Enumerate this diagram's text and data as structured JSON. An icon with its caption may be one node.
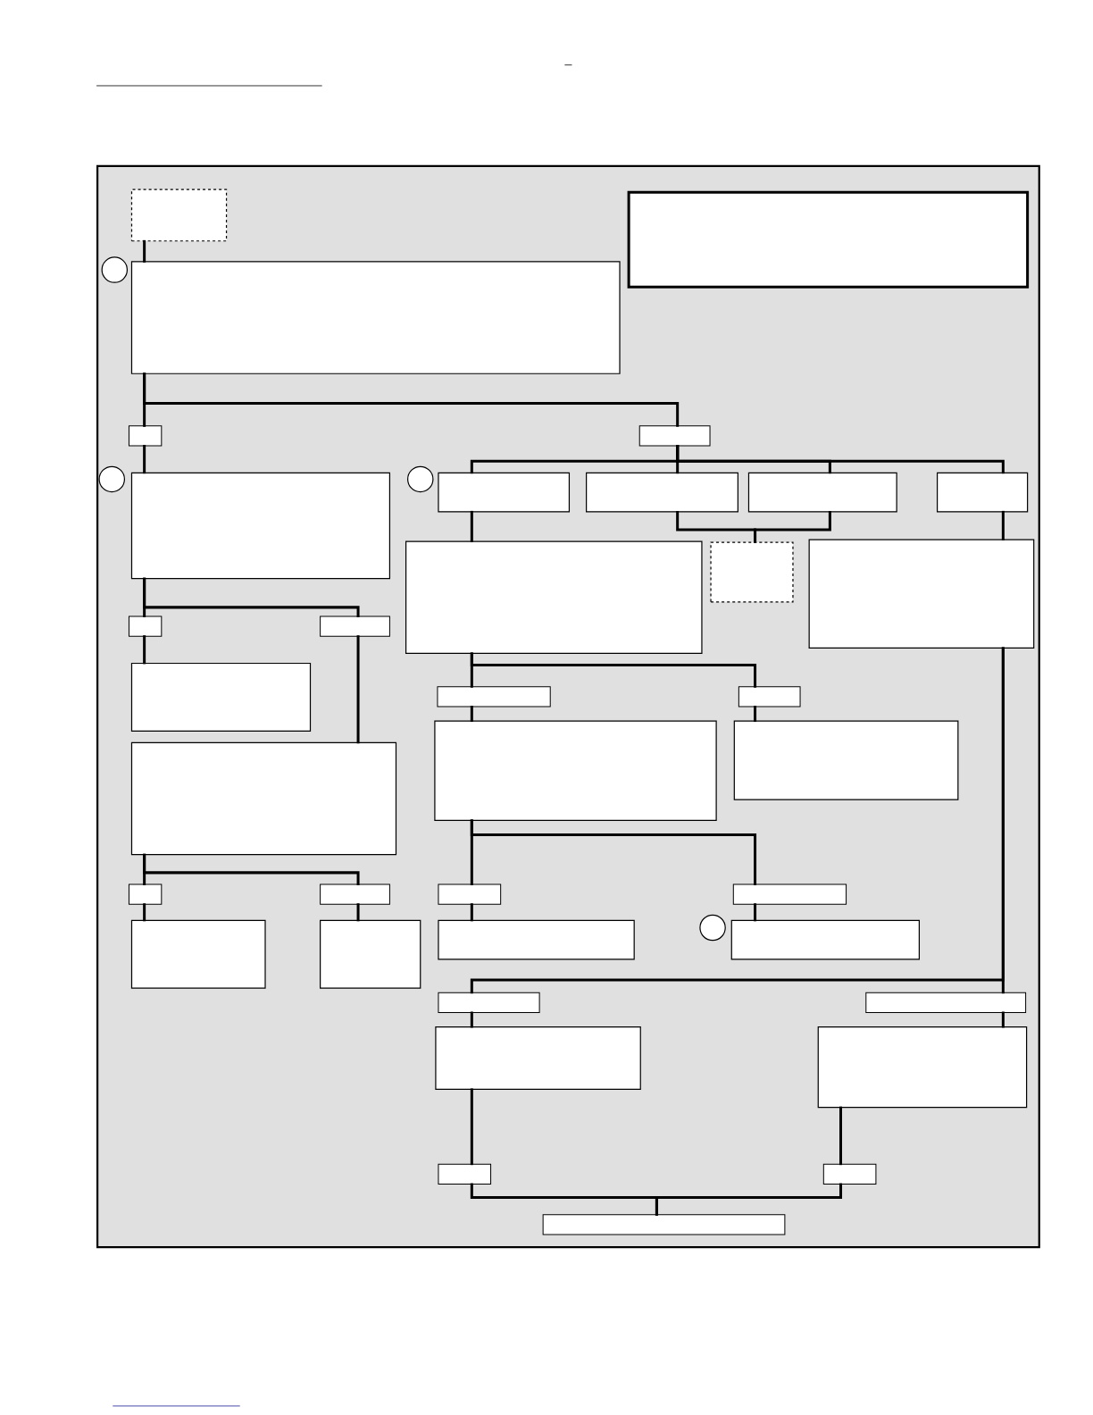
{
  "diagram": {
    "nodes": [
      {
        "text": [],
        "shape": "box"
      },
      {
        "text": [],
        "shape": "box"
      },
      {
        "text": [],
        "shape": "box"
      },
      {
        "text": [],
        "shape": "box"
      },
      {
        "text": [],
        "shape": "box"
      },
      {
        "text": [],
        "shape": "box"
      },
      {
        "text": [],
        "shape": "box"
      },
      {
        "text": [],
        "shape": "box"
      },
      {
        "text": [],
        "shape": "box"
      },
      {
        "text": [],
        "shape": "box"
      },
      {
        "text": [],
        "shape": "box"
      },
      {
        "text": [],
        "shape": "box"
      },
      {
        "text": [],
        "shape": "box"
      },
      {
        "text": [],
        "shape": "box"
      },
      {
        "text": [],
        "shape": "box"
      },
      {
        "text": [],
        "shape": "box"
      },
      {
        "text": [],
        "shape": "box"
      },
      {
        "text": [],
        "shape": "box"
      },
      {
        "text": [],
        "shape": "box"
      },
      {
        "text": [],
        "shape": "box"
      },
      {
        "text": [],
        "shape": "box"
      },
      {
        "text": [],
        "shape": "box"
      },
      {
        "text": [],
        "shape": "box"
      },
      {
        "text": [],
        "shape": "box"
      },
      {
        "text": [],
        "shape": "box"
      },
      {
        "text": [],
        "shape": "box"
      },
      {
        "text": [],
        "shape": "box"
      },
      {
        "text": [],
        "shape": "box"
      },
      {
        "text": [],
        "shape": "box"
      },
      {
        "text": [],
        "shape": "box"
      },
      {
        "text": [],
        "shape": "box"
      },
      {
        "text": [],
        "shape": "box"
      },
      {
        "text": [],
        "shape": "box"
      },
      {
        "text": [],
        "shape": "box"
      },
      {
        "text": [],
        "shape": "box"
      },
      {
        "text": [],
        "shape": "box"
      }
    ],
    "edges": [
      {
        "from": 0,
        "to": 1,
        "arrow": "none"
      },
      {
        "from": 1,
        "to": 3,
        "arrow": "none"
      },
      {
        "from": 1,
        "to": 4,
        "arrow": "none"
      },
      {
        "from": 3,
        "to": 5,
        "arrow": "none"
      },
      {
        "from": 4,
        "to": 6,
        "arrow": "none"
      },
      {
        "from": 4,
        "to": 7,
        "arrow": "none"
      },
      {
        "from": 4,
        "to": 8,
        "arrow": "none"
      },
      {
        "from": 4,
        "to": 9,
        "arrow": "none"
      },
      {
        "from": 6,
        "to": 10,
        "arrow": "none"
      },
      {
        "from": 7,
        "to": 11,
        "arrow": "none"
      },
      {
        "from": 8,
        "to": 11,
        "arrow": "none"
      },
      {
        "from": 9,
        "to": 12,
        "arrow": "none"
      },
      {
        "from": 5,
        "to": 13,
        "arrow": "none"
      },
      {
        "from": 5,
        "to": 14,
        "arrow": "none"
      },
      {
        "from": 13,
        "to": 15,
        "arrow": "none"
      },
      {
        "from": 14,
        "to": 16,
        "arrow": "none"
      },
      {
        "from": 10,
        "to": 17,
        "arrow": "none"
      },
      {
        "from": 10,
        "to": 18,
        "arrow": "none"
      },
      {
        "from": 17,
        "to": 19,
        "arrow": "none"
      },
      {
        "from": 18,
        "to": 20,
        "arrow": "none"
      },
      {
        "from": 16,
        "to": 21,
        "arrow": "none"
      },
      {
        "from": 16,
        "to": 22,
        "arrow": "none"
      },
      {
        "from": 21,
        "to": 25,
        "arrow": "none"
      },
      {
        "from": 22,
        "to": 26,
        "arrow": "none"
      },
      {
        "from": 19,
        "to": 23,
        "arrow": "none"
      },
      {
        "from": 19,
        "to": 24,
        "arrow": "none"
      },
      {
        "from": 23,
        "to": 27,
        "arrow": "none"
      },
      {
        "from": 24,
        "to": 28,
        "arrow": "none"
      },
      {
        "from": 12,
        "to": 29,
        "arrow": "none"
      },
      {
        "from": 12,
        "to": 30,
        "arrow": "none"
      },
      {
        "from": 29,
        "to": 31,
        "arrow": "none"
      },
      {
        "from": 30,
        "to": 32,
        "arrow": "none"
      },
      {
        "from": 31,
        "to": 33,
        "arrow": "none"
      },
      {
        "from": 32,
        "to": 34,
        "arrow": "none"
      },
      {
        "from": 33,
        "to": 35,
        "arrow": "none"
      },
      {
        "from": 34,
        "to": 35,
        "arrow": "none"
      }
    ]
  }
}
